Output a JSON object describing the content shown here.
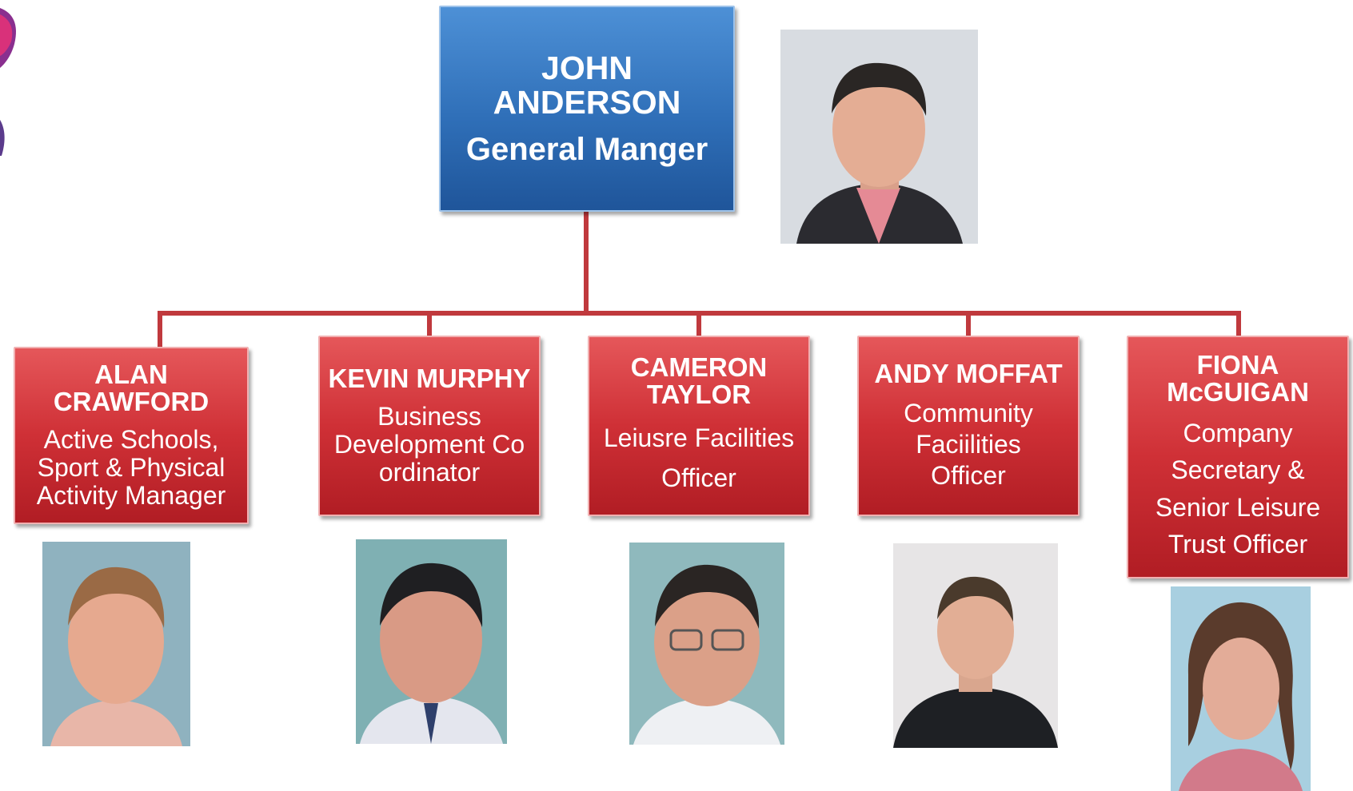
{
  "colors": {
    "manager_box": "#2f6fb8",
    "staff_box": "#cf3036",
    "connector": "#c0393d"
  },
  "manager": {
    "name": "JOHN ANDERSON",
    "title": "General Manger"
  },
  "staff": [
    {
      "name": "ALAN CRAWFORD",
      "role": "Active Schools, Sport & Physical Activity Manager"
    },
    {
      "name": "KEVIN MURPHY",
      "role": "Business Development Co ordinator"
    },
    {
      "name": "CAMERON TAYLOR",
      "role": "Leiusre Facilities Officer"
    },
    {
      "name": "ANDY MOFFAT",
      "role": "Community Faciilities Officer"
    },
    {
      "name": "FIONA McGUIGAN",
      "role": "Company Secretary & Senior Leisure Trust Officer"
    }
  ]
}
